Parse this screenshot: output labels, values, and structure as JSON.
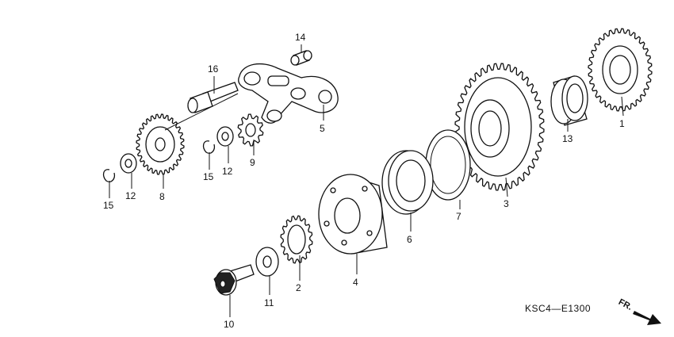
{
  "diagram": {
    "code": "KSC4—E1300",
    "direction_label": "FR.",
    "callouts": [
      {
        "id": "1",
        "label": "1"
      },
      {
        "id": "2",
        "label": "2"
      },
      {
        "id": "3",
        "label": "3"
      },
      {
        "id": "4",
        "label": "4"
      },
      {
        "id": "5",
        "label": "5"
      },
      {
        "id": "6",
        "label": "6"
      },
      {
        "id": "7",
        "label": "7"
      },
      {
        "id": "8",
        "label": "8"
      },
      {
        "id": "9",
        "label": "9"
      },
      {
        "id": "10",
        "label": "10"
      },
      {
        "id": "11",
        "label": "11"
      },
      {
        "id": "12a",
        "label": "12"
      },
      {
        "id": "12b",
        "label": "12"
      },
      {
        "id": "13",
        "label": "13"
      },
      {
        "id": "14",
        "label": "14"
      },
      {
        "id": "15a",
        "label": "15"
      },
      {
        "id": "15b",
        "label": "15"
      },
      {
        "id": "16",
        "label": "16"
      }
    ]
  }
}
